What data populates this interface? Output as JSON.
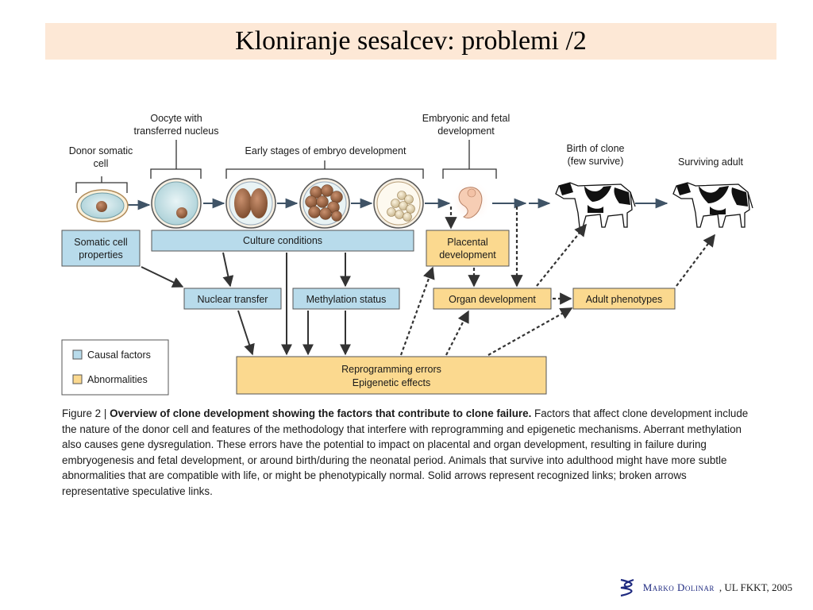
{
  "title": "Kloniranje sesalcev: problemi /2",
  "stages": {
    "donor": "Donor somatic cell",
    "oocyte": "Oocyte with transferred nucleus",
    "early": "Early stages of embryo development",
    "embryonic": "Embryonic and fetal development",
    "birth": "Birth of clone (few survive)",
    "adult": "Surviving adult"
  },
  "boxes": {
    "somatic": "Somatic cell properties",
    "culture": "Culture conditions",
    "placental": "Placental development",
    "nuclear": "Nuclear transfer",
    "methylation": "Methylation status",
    "organ": "Organ development",
    "adult_pheno": "Adult phenotypes",
    "reprog_line1": "Reprogramming errors",
    "reprog_line2": "Epigenetic effects"
  },
  "legend": {
    "causal": "Causal factors",
    "abnormal": "Abnormalities"
  },
  "colors": {
    "causal": "#b8dbeb",
    "abnormal": "#fbd98f",
    "title_bg": "#fde8d6"
  },
  "caption": {
    "figure_label": "Figure 2 |",
    "bold": "Overview of clone development showing the factors that contribute to clone failure.",
    "body": "Factors that affect clone development include the nature of the donor cell and features of the methodology that interfere with reprogramming and epigenetic mechanisms. Aberrant methylation also causes gene dysregulation. These errors have the potential to impact on placental and organ development, resulting in failure during embryogenesis and fetal development, or around birth/during the neonatal period. Animals that survive into adulthood might have more subtle abnormalities that are compatible with life, or might be phenotypically normal. Solid arrows represent recognized links; broken arrows representative speculative links."
  },
  "footer": {
    "author": "Marko Dolinar",
    "rest": ", UL FKKT, 2005",
    "logo_icon": "dna-helix-icon"
  }
}
